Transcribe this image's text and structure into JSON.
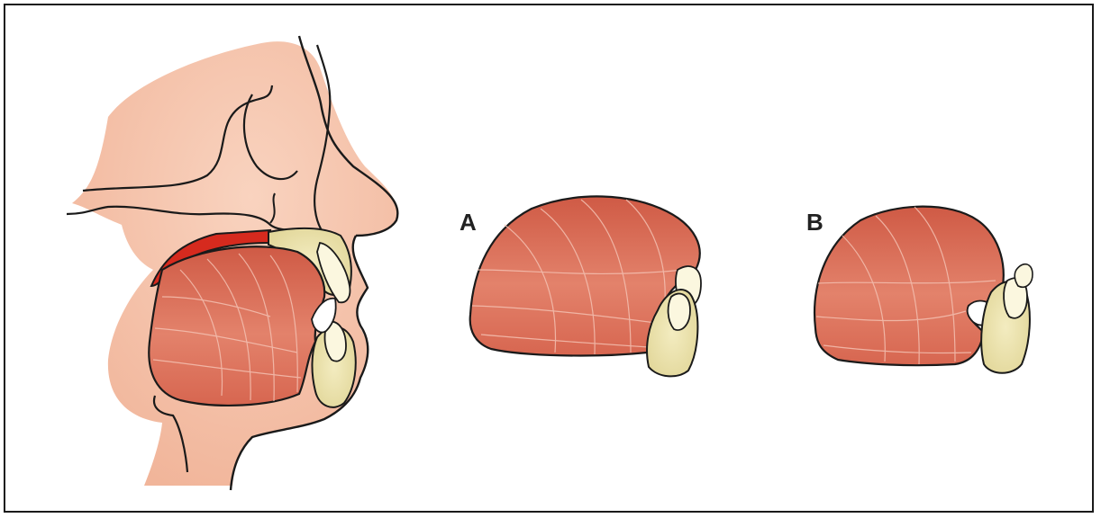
{
  "figure": {
    "panel_a_label": "A",
    "panel_b_label": "B"
  },
  "colors": {
    "skin": "#f1b59a",
    "skin_highlight": "#f9d3bf",
    "tongue_light": "#e6967e",
    "tongue_dark": "#cc4f3c",
    "tooth_bone": "#e9e0a6",
    "tooth": "#fbf7df",
    "palate_red": "#d62a1e",
    "outline": "#1a1a1a"
  },
  "illustration": {
    "main_view": "sagittal-head-profile",
    "panel_a": "tongue-tip-behind-upper-teeth",
    "panel_b": "tongue-tip-below-lower-teeth"
  }
}
